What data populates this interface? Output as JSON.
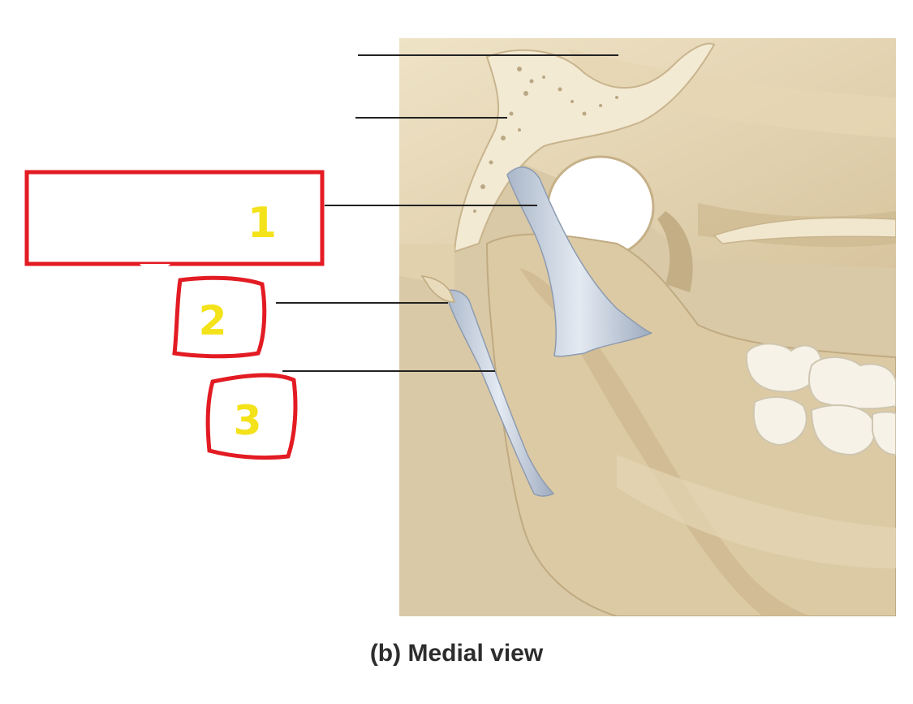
{
  "figure": {
    "caption": "(b) Medial view"
  },
  "annotations": {
    "label_1": "1",
    "label_2": "2",
    "label_3": "3"
  },
  "colors": {
    "bone": "#e8d9b8",
    "bone_shadow": "#cbb791",
    "ligament": "#c9d3e0",
    "highlight_box": "#e31b23",
    "highlight_number": "#f4e21a",
    "leader_line": "#222222"
  }
}
